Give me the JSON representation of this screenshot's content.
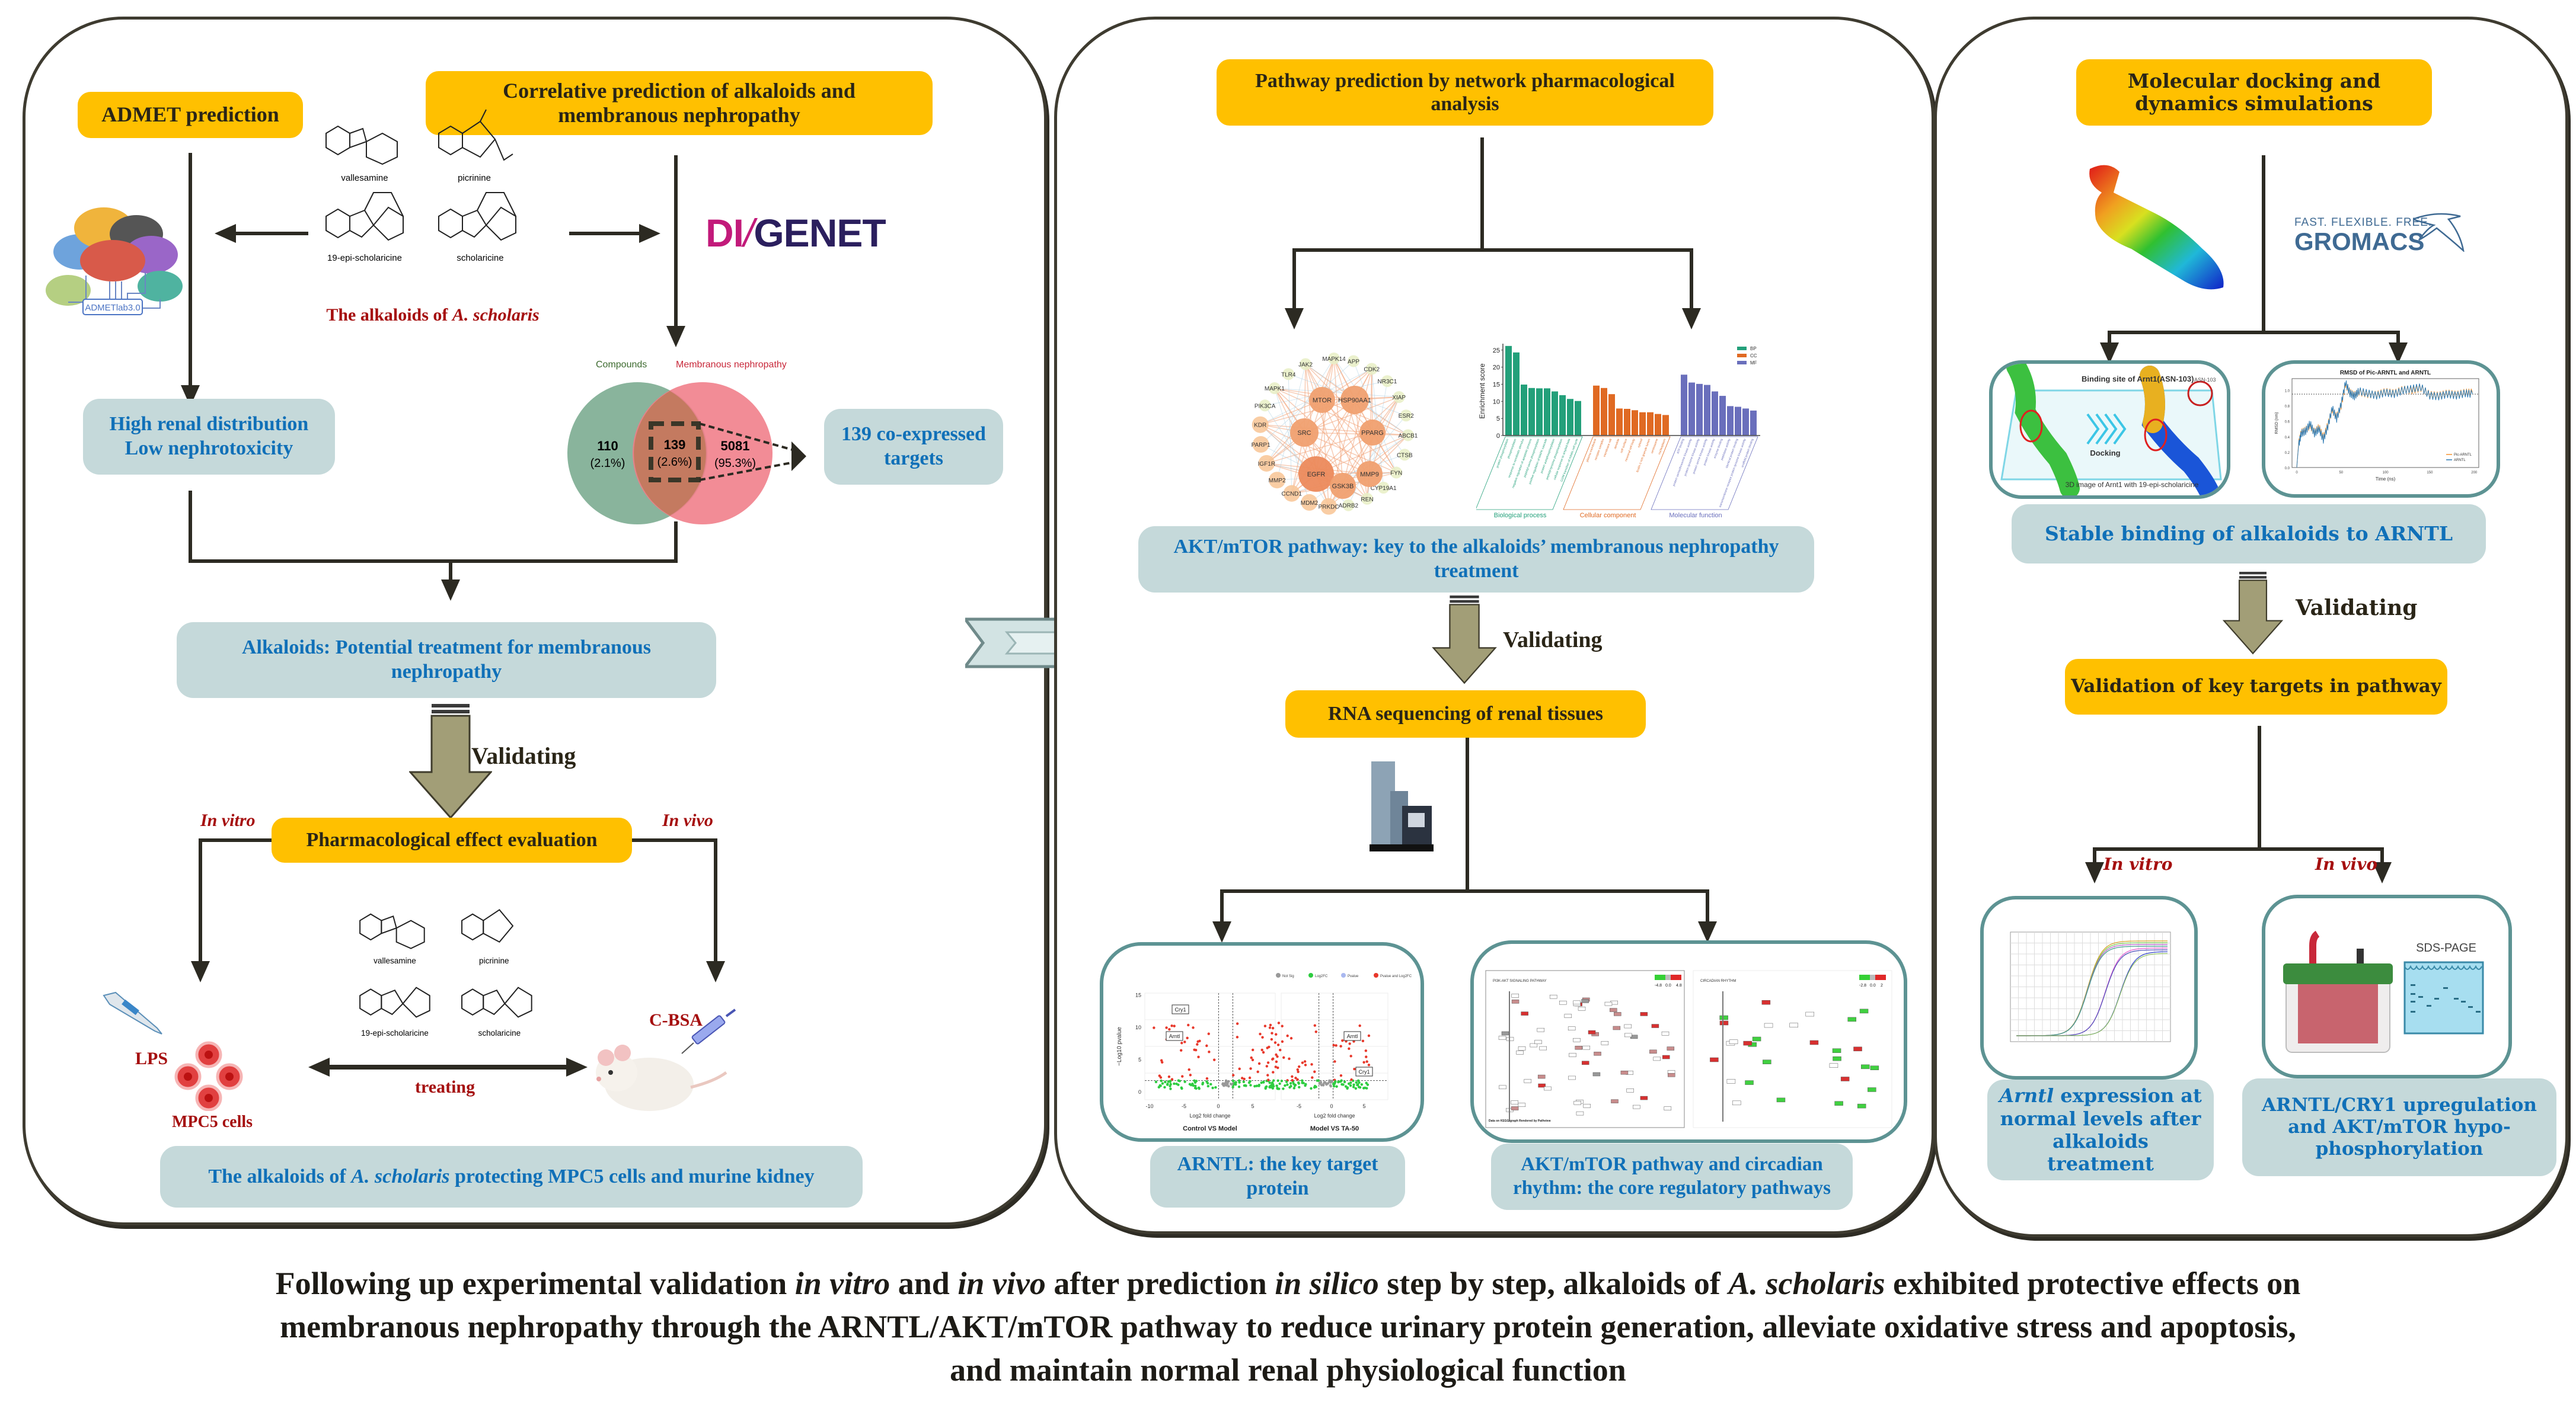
{
  "colors": {
    "header_bg": "#ffc000",
    "result_bg": "#c5d9da",
    "result_text": "#1070b8",
    "accent_red": "#a50f0f",
    "panel_border": "#3e3b30",
    "bp": "#23a07a",
    "cc": "#e06a23",
    "mf": "#6a6fbc",
    "venn_compounds": "#7fae94",
    "venn_disease": "#f07c88"
  },
  "panel1": {
    "admet_header": "ADMET prediction",
    "correlative_header": "Correlative prediction of alkaloids and membranous nephropathy",
    "admetlab_label": "ADMETlab3.0",
    "disgenet_logo": {
      "left": "DI",
      "right": "GENET"
    },
    "alkaloids": [
      "vallesamine",
      "picrinine",
      "19-epi-scholaricine",
      "scholaricine"
    ],
    "alkaloids_caption": {
      "prefix": "The alkaloids of ",
      "species": "A. scholaris"
    },
    "high_renal": "High renal distribution",
    "low_nephrotox": "Low nephrotoxicity",
    "venn": {
      "left_label": "Compounds",
      "right_label": "Membranous nephropathy",
      "left_count": "110",
      "left_pct": "(2.1%)",
      "mid_count": "139",
      "mid_pct": "(2.6%)",
      "right_count": "5081",
      "right_pct": "(95.3%)"
    },
    "coexpressed": "139 co-expressed targets",
    "potential_treatment": "Alkaloids: Potential treatment for membranous nephropathy",
    "validating": "Validating",
    "pharm_header": "Pharmacological effect evaluation",
    "in_vitro": "In vitro",
    "in_vivo": "In vivo",
    "lps": "LPS",
    "mpc5": "MPC5 cells",
    "cbsa": "C-BSA",
    "treating": "treating",
    "protecting": {
      "prefix": "The alkaloids of ",
      "species": "A. scholaris",
      "suffix": " protecting MPC5 cells and murine kidney"
    }
  },
  "panel2": {
    "pathway_header": "Pathway prediction by network pharmacological analysis",
    "network_nodes": [
      "MAPK14",
      "APP",
      "CDK2",
      "NR3C1",
      "XIAP",
      "ESR2",
      "ABCB1",
      "CTSB",
      "FYN",
      "CYP19A1",
      "REN",
      "ADRB2",
      "PRKDC",
      "MDM2",
      "CCND1",
      "MMP2",
      "IGF1R",
      "PARP1",
      "KDR",
      "PIK3CA",
      "MAPK1",
      "TLR4",
      "JAK2"
    ],
    "network_hubs": [
      "MTOR",
      "HSP90AA1",
      "SRC",
      "PPARG",
      "EGFR",
      "MMP9",
      "GSK3B"
    ],
    "akt_result": "AKT/mTOR pathway: key to the alkaloids’ membranous nephropathy treatment",
    "validating": "Validating",
    "rna_header": "RNA sequencing of renal tissues",
    "volcano": {
      "legend": [
        "Not Sig",
        "Log2FC",
        "Pvalue",
        "Pvalue and Log2FC"
      ],
      "ylabel": "−Log10 pvalue",
      "xlabel": "Log2 fold change",
      "left_title": "Control VS Model",
      "right_title": "Model VS TA-50",
      "yticks": [
        "0",
        "5",
        "10",
        "15"
      ],
      "xticks_left": [
        "-10",
        "-5",
        "0",
        "5"
      ],
      "xticks_right": [
        "-5",
        "0",
        "5"
      ],
      "callouts": [
        "Cry1",
        "Arntl"
      ]
    },
    "kegg": {
      "left_title": "PI3K-AKT SIGNALING PATHWAY",
      "right_title": "CIRCADIAN RHYTHM",
      "left_scale": [
        "-4.8",
        "0.0",
        "4.8"
      ],
      "right_scale": [
        "-2.8",
        "0.0",
        "2"
      ],
      "footer": "Data on KEGG graph Rendered by Pathview"
    },
    "arntl_result": "ARNTL: the key target protein",
    "core_result": "AKT/mTOR pathway and circadian rhythm: the core regulatory pathways"
  },
  "panel3": {
    "docking_header": "Molecular docking and  dynamics simulations",
    "gromacs_tagline": "FAST. FLEXIBLE. FREE.",
    "gromacs_name": "GROMACS",
    "docking_img": {
      "title": "Binding site of Arnt1(ASN-103)",
      "arrow_label": "Docking",
      "caption": "3D image of Arnt1 with 19-epi-scholaricine",
      "residue": "ASN-103"
    },
    "stable_result": "Stable binding of alkaloids to ARNTL",
    "validating": "Validating",
    "validation_header": "Validation of key targets in pathway",
    "in_vitro": "In vitro",
    "in_vivo": "In vivo",
    "sds_label": "SDS-PAGE",
    "arntl_expr": {
      "gene": "Arntl",
      "rest": " expression at normal levels after alkaloids treatment"
    },
    "upregulation": "ARNTL/CRY1 upregulation and AKT/mTOR hypo-phosphorylation"
  },
  "caption": {
    "l1a": "Following up experimental validation ",
    "l1b": "in vitro",
    "l1c": " and ",
    "l1d": "in vivo",
    "l1e": " after prediction ",
    "l1f": "in silico",
    "l1g": " step by step, alkaloids of ",
    "l1h": "A. scholaris",
    "l1i": " exhibited protective effects on",
    "l2": "membranous nephropathy through the ARNTL/AKT/mTOR pathway to reduce urinary protein generation, alleviate oxidative stress and apoptosis,",
    "l3": "and maintain normal renal physiological function"
  },
  "chart_data": [
    {
      "type": "bar",
      "title": "",
      "ylabel": "Enrichment score",
      "ylim": [
        0,
        26
      ],
      "yticks": [
        0,
        5,
        10,
        15,
        20,
        25
      ],
      "legend": [
        "BP",
        "CC",
        "MF"
      ],
      "groups": [
        {
          "name": "Biological process",
          "key": "BP",
          "categories": [
            "protein phosphorylation",
            "phosphorylation",
            "response to xenobiotic stimulus",
            "negative regulation of apoptotic process",
            "peptidyl-serine phosphorylation",
            "positive regulation of MAPK cascade",
            "protein autophosphorylation",
            "peptidyl-tyrosine phosphorylation",
            "cellular response to amyloid-beta",
            "G2/M transition of mitotic cell cycle"
          ],
          "values": [
            26.2,
            24.3,
            14.9,
            13.9,
            13.8,
            13.8,
            12.9,
            11.8,
            10.7,
            10.1
          ]
        },
        {
          "name": "Cellular component",
          "key": "CC",
          "categories": [
            "plasma membrane",
            "receptor complex",
            "membrane raft",
            "dendrite",
            "cell surface",
            "neuronal cell body",
            "cytosol",
            "ficolin-1-rich granule lumen",
            "centrosome",
            "nucleoplasm"
          ],
          "values": [
            14.6,
            13.9,
            12.1,
            7.9,
            7.8,
            7.4,
            6.8,
            6.8,
            6.3,
            6.0
          ]
        },
        {
          "name": "Molecular function",
          "key": "MF",
          "categories": [
            "ATP binding",
            "protein serine/threonine kinase activity",
            "protein tyrosine kinase activity",
            "protein serine kinase activity",
            "protein kinase activity",
            "enzyme binding",
            "peptidase activity",
            "identical protein binding",
            "transmembrane receptor protein tyrosine kinase activity",
            "scaffold protein binding"
          ],
          "values": [
            17.8,
            15.5,
            15.1,
            14.8,
            12.9,
            11.6,
            8.6,
            8.4,
            7.9,
            7.3
          ]
        }
      ]
    },
    {
      "type": "line",
      "title": "RMSD of Pic-ARNTL and ARNTL",
      "xlabel": "Time (ns)",
      "ylabel": "RMSD (nm)",
      "xlim": [
        0,
        200
      ],
      "ylim": [
        0,
        1.15
      ],
      "xticks": [
        0,
        50,
        100,
        150,
        200
      ],
      "yticks": [
        0.0,
        0.2,
        0.4,
        0.6,
        0.8,
        1.0
      ],
      "reference_line": 0.95,
      "series": [
        {
          "name": "Pic-ARNTL",
          "color": "#f5922f",
          "x": [
            0,
            2,
            5,
            10,
            15,
            20,
            25,
            30,
            35,
            40,
            45,
            50,
            55,
            60,
            65,
            70,
            80,
            90,
            100,
            110,
            120,
            130,
            140,
            150,
            160,
            170,
            180,
            190,
            198
          ],
          "y": [
            0.0,
            0.3,
            0.45,
            0.48,
            0.55,
            0.45,
            0.52,
            0.38,
            0.55,
            0.75,
            0.65,
            0.8,
            1.08,
            0.97,
            0.93,
            0.98,
            0.95,
            0.94,
            0.98,
            0.96,
            1.01,
            1.0,
            1.03,
            0.94,
            0.93,
            0.96,
            0.94,
            0.97,
            0.97
          ]
        },
        {
          "name": "ARNTL",
          "color": "#2c7bb6",
          "x": [
            0,
            2,
            5,
            10,
            15,
            20,
            25,
            30,
            35,
            40,
            45,
            50,
            55,
            60,
            65,
            70,
            80,
            90,
            100,
            110,
            120,
            130,
            140,
            150,
            160,
            170,
            180,
            190,
            198
          ],
          "y": [
            0.0,
            0.28,
            0.44,
            0.47,
            0.57,
            0.44,
            0.5,
            0.36,
            0.53,
            0.77,
            0.63,
            0.82,
            1.1,
            0.96,
            0.92,
            0.99,
            0.96,
            0.93,
            0.97,
            0.95,
            1.0,
            1.02,
            1.04,
            0.93,
            0.92,
            0.95,
            0.93,
            0.96,
            0.95
          ]
        }
      ]
    },
    {
      "type": "venn",
      "sets": [
        "Compounds",
        "Membranous nephropathy"
      ],
      "values": {
        "Compounds_only": 110,
        "intersection": 139,
        "Membranous_nephropathy_only": 5081
      },
      "percentages": {
        "Compounds_only": 2.1,
        "intersection": 2.6,
        "Membranous_nephropathy_only": 95.3
      }
    }
  ]
}
